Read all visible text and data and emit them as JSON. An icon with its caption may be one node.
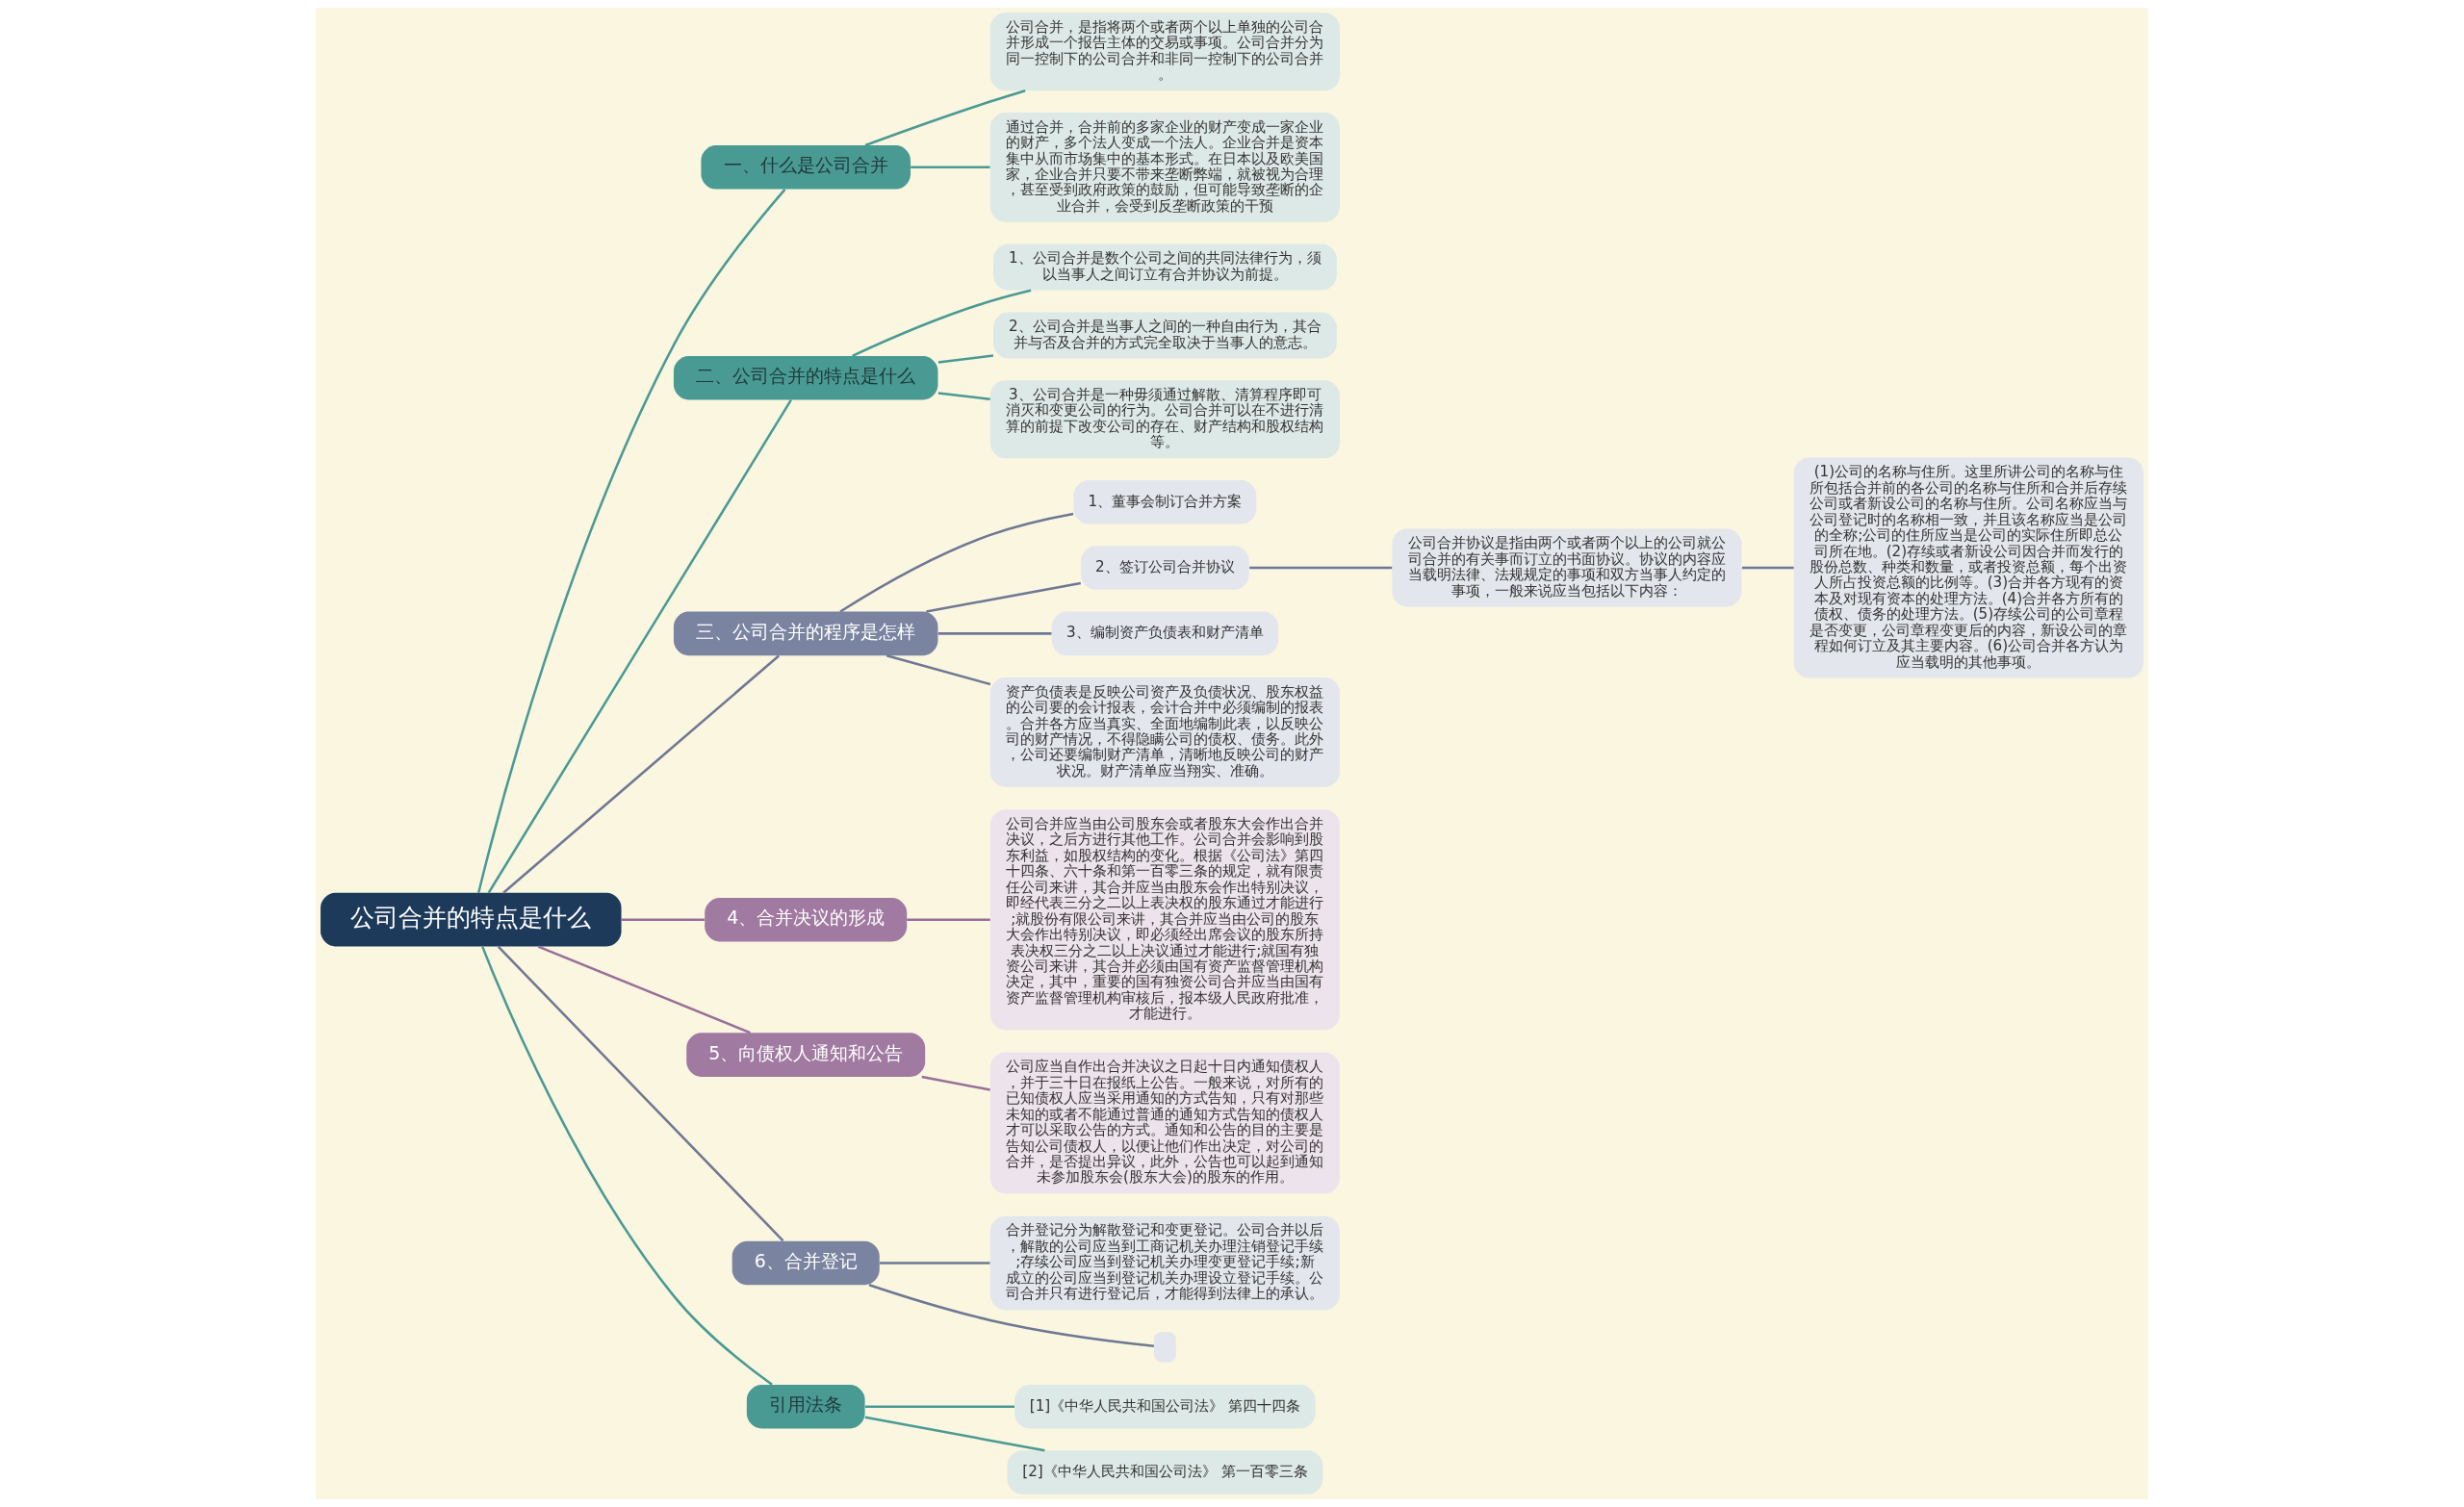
{
  "diagram": {
    "nodes": [
      {
        "text": [
          "公司合并的特点是什么"
        ]
      },
      {
        "text": [
          "一、什么是公司合并"
        ]
      },
      {
        "text": [
          "公司合并，是指将两个或者两个以上单独的公司合并形成一个报告主体的交易或事项。公司合并分为同一控制下的公司合并和非同一控制下的公司合并。"
        ]
      },
      {
        "text": [
          "通过合并，合并前的多家企业的财产变成一家企业的财产，多个法人变成一个法人。企业合并是资本集中从而市场集中的基本形式。在日本以及欧美国家，企业合并只要不带来垄断弊端，就被视为合理，甚至受到政府政策的鼓励，但可能导致垄断的企业合并，会受到反垄断政策的干预"
        ]
      },
      {
        "text": [
          "二、公司合并的特点是什么"
        ]
      },
      {
        "text": [
          "1、公司合并是数个公司之间的共同法律行为，须以当事人之间订立有合并协议为前提。"
        ]
      },
      {
        "text": [
          "2、公司合并是当事人之间的一种自由行为，其合并与否及合并的方式完全取决于当事人的意志。"
        ]
      },
      {
        "text": [
          "3、公司合并是一种毋须通过解散、清算程序即可消灭和变更公司的行为。公司合并可以在不进行清算的前提下改变公司的存在、财产结构和股权结构等。"
        ]
      },
      {
        "text": [
          "三、公司合并的程序是怎样"
        ]
      },
      {
        "text": [
          "1、董事会制订合并方案"
        ]
      },
      {
        "text": [
          "2、签订公司合并协议"
        ]
      },
      {
        "text": [
          "公司合并协议是指由两个或者两个以上的公司就公司合并的有关事而订立的书面协议。协议的内容应当载明法律、法规规定的事项和双方当事人约定的事项，一般来说应当包括以下内容："
        ]
      },
      {
        "text": [
          "(1)公司的名称与住所。这里所讲公司的名称与住所包括合并前的各公司的名称与住所和合并后存续公司或者新设公司的名称与住所。公司名称应当与公司登记时的名称相一致，并且该名称应当是公司的全称;公司的住所应当是公司的实际住所即总公司所在地。(2)存续或者新设公司因合并而发行的股份总数、种类和数量，或者投资总额，每个出资人所占投资总额的比例等。(3)合并各方现有的资本及对现有资本的处理方法。(4)合并各方所有的债权、债务的处理方法。(5)存续公司的公司章程是否变更，公司章程变更后的内容，新设公司的章程如何订立及其主要内容。(6)公司合并各方认为应当载明的其他事项。"
        ]
      },
      {
        "text": [
          "3、编制资产负债表和财产清单"
        ]
      },
      {
        "text": [
          "资产负债表是反映公司资产及负债状况、股东权益的公司要的会计报表，会计合并中必须编制的报表。合并各方应当真实、全面地编制此表，以反映公司的财产情况，不得隐瞒公司的债权、债务。此外，公司还要编制财产清单，清晰地反映公司的财产状况。财产清单应当翔实、准确。"
        ]
      },
      {
        "text": [
          "4、合并决议的形成"
        ]
      },
      {
        "text": [
          "公司合并应当由公司股东会或者股东大会作出合并决议，之后方进行其他工作。公司合并会影响到股东利益，如股权结构的变化。根据《公司法》第四十四条、六十条和第一百零三条的规定，就有限责任公司来讲，其合并应当由股东会作出特别决议，即经代表三分之二以上表决权的股东通过才能进行;就股份有限公司来讲，其合并应当由公司的股东大会作出特别决议，即必须经出席会议的股东所持表决权三分之二以上决议通过才能进行;就国有独资公司来讲，其合并必须由国有资产监督管理机构决定，其中，重要的国有独资公司合并应当由国有资产监督管理机构审核后，报本级人民政府批准，才能进行。"
        ]
      },
      {
        "text": [
          "5、向债权人通知和公告"
        ]
      },
      {
        "text": [
          "公司应当自作出合并决议之日起十日内通知债权人，并于三十日在报纸上公告。一般来说，对所有的已知债权人应当采用通知的方式告知，只有对那些未知的或者不能通过普通的通知方式告知的债权人才可以采取公告的方式。通知和公告的目的主要是告知公司债权人，以便让他们作出决定，对公司的合并，是否提出异议，此外，公告也可以起到通知未参加股东会(股东大会)的股东的作用。"
        ]
      },
      {
        "text": [
          "6、合并登记"
        ]
      },
      {
        "text": [
          "合并登记分为解散登记和变更登记。公司合并以后，解散的公司应当到工商记机关办理注销登记手续;存续公司应当到登记机关办理变更登记手续;新成立的公司应当到登记机关办理设立登记手续。公司合并只有进行登记后，才能得到法律上的承认。"
        ]
      },
      {
        "text": [],
        "shape": "box"
      },
      {
        "text": [
          "引用法条"
        ]
      },
      {
        "text": [
          "[1]《中华人民共和国公司法》 第四十四条"
        ]
      },
      {
        "text": [
          "[2]《中华人民共和国公司法》 第一百零三条"
        ]
      }
    ],
    "edges": [
      {
        "from": 0,
        "to": 1,
        "arrow": "none"
      },
      {
        "from": 1,
        "to": 2,
        "arrow": "none"
      },
      {
        "from": 1,
        "to": 3,
        "arrow": "none"
      },
      {
        "from": 0,
        "to": 4,
        "arrow": "none"
      },
      {
        "from": 4,
        "to": 5,
        "arrow": "none"
      },
      {
        "from": 4,
        "to": 6,
        "arrow": "none"
      },
      {
        "from": 4,
        "to": 7,
        "arrow": "none"
      },
      {
        "from": 0,
        "to": 8,
        "arrow": "none",
        "color": "#6e7894"
      },
      {
        "from": 8,
        "to": 9,
        "arrow": "none",
        "color": "#6e7894"
      },
      {
        "from": 8,
        "to": 10,
        "arrow": "none",
        "color": "#6e7894"
      },
      {
        "from": 10,
        "to": 11,
        "arrow": "none",
        "color": "#6e7894"
      },
      {
        "from": 11,
        "to": 12,
        "arrow": "none",
        "color": "#6e7894"
      },
      {
        "from": 8,
        "to": 13,
        "arrow": "none",
        "color": "#6e7894"
      },
      {
        "from": 8,
        "to": 14,
        "arrow": "none",
        "color": "#6e7894"
      },
      {
        "from": 0,
        "to": 15,
        "arrow": "none",
        "color": "#9a6e9a"
      },
      {
        "from": 15,
        "to": 16,
        "arrow": "none",
        "color": "#9a6e9a"
      },
      {
        "from": 0,
        "to": 17,
        "arrow": "none",
        "color": "#9a6e9a"
      },
      {
        "from": 17,
        "to": 18,
        "arrow": "none",
        "color": "#9a6e9a"
      },
      {
        "from": 0,
        "to": 19,
        "arrow": "none",
        "color": "#6e7894"
      },
      {
        "from": 19,
        "to": 20,
        "arrow": "none",
        "color": "#6e7894"
      },
      {
        "from": 19,
        "to": 21,
        "arrow": "none",
        "color": "#6e7894"
      },
      {
        "from": 0,
        "to": 22,
        "arrow": "none"
      },
      {
        "from": 22,
        "to": 23,
        "arrow": "none"
      },
      {
        "from": 22,
        "to": 24,
        "arrow": "none"
      }
    ]
  }
}
